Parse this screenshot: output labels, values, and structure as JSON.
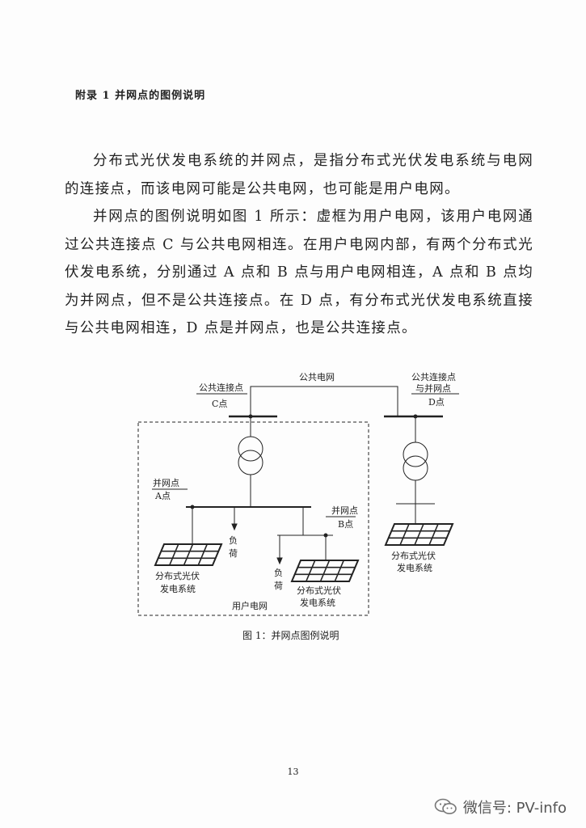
{
  "document": {
    "appendix_title": "附录 1 并网点的图例说明",
    "paragraphs": [
      "分布式光伏发电系统的并网点，是指分布式光伏发电系统与电网的连接点，而该电网可能是公共电网，也可能是用户电网。",
      "并网点的图例说明如图 1 所示：虚框为用户电网，该用户电网通过公共连接点 C 与公共电网相连。在用户电网内部，有两个分布式光伏发电系统，分别通过 A 点和 B 点与用户电网相连，A 点和 B 点均为并网点，但不是公共连接点。在 D 点，有分布式光伏发电系统直接与公共电网相连，D 点是并网点，也是公共连接点。"
    ],
    "page_number": "13"
  },
  "diagram": {
    "public_grid": "公共电网",
    "point_c_line1": "公共连接点",
    "point_c_line2": "C点",
    "point_d_line1": "公共连接点",
    "point_d_line2": "与并网点",
    "point_d_line3": "D点",
    "point_a_line1": "并网点",
    "point_a_line2": "A点",
    "point_b_line1": "并网点",
    "point_b_line2": "B点",
    "load_char1": "负",
    "load_char2": "荷",
    "pv_line1": "分布式光伏",
    "pv_line2": "发电系统",
    "user_grid": "用户电网",
    "caption": "图 1：并网点图例说明"
  },
  "watermark": {
    "label": "微信号: PV-info",
    "icon": "wechat-icon"
  }
}
